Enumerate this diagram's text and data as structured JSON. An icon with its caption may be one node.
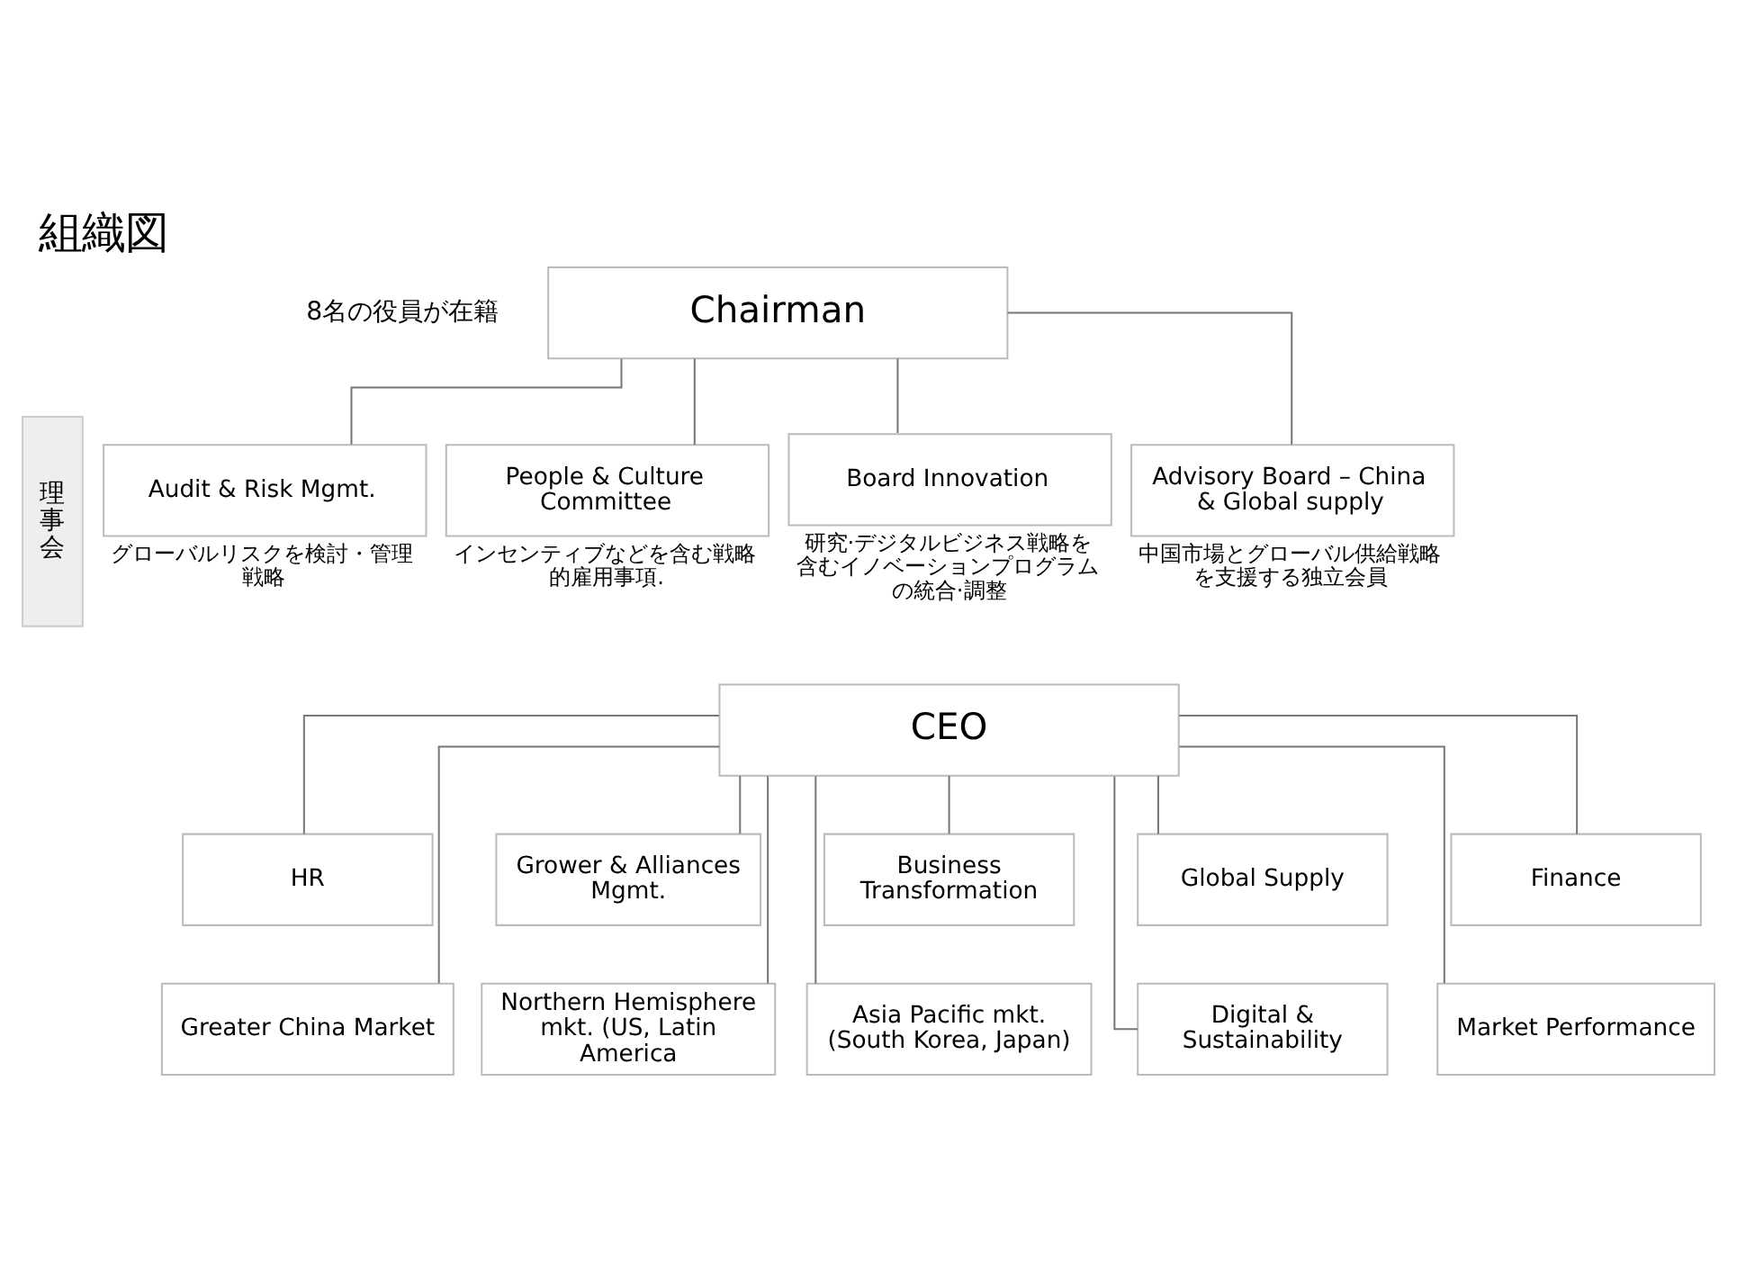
{
  "diagram": {
    "title": "組織図",
    "nodes": [
      {
        "text": [
          "理事会"
        ]
      },
      {
        "text": [
          "Chairman"
        ]
      },
      {
        "text": [
          "Audit & Risk Mgmt."
        ],
        "beside": [
          "グローバルリスクを検討・管理戦略"
        ]
      },
      {
        "text": [
          "People & Culture Committee"
        ],
        "beside": [
          "インセンティブなどを含む戦略的雇用事項."
        ]
      },
      {
        "text": [
          "Board Innovation"
        ],
        "beside": [
          "研究·デジタルビジネス戦略を含むイノベーションプログラムの統合·調整"
        ]
      },
      {
        "text": [
          "Advisory Board – China & Global supply"
        ],
        "beside": [
          "中国市場とグローバル供給戦略を支援する独立会員"
        ]
      },
      {
        "text": [
          "CEO"
        ]
      },
      {
        "text": [
          "HR"
        ]
      },
      {
        "text": [
          "Grower & Alliances Mgmt."
        ]
      },
      {
        "text": [
          "Business Transformation"
        ]
      },
      {
        "text": [
          "Global Supply"
        ]
      },
      {
        "text": [
          "Finance"
        ]
      },
      {
        "text": [
          "Greater China Market"
        ]
      },
      {
        "text": [
          "Northern Hemisphere mkt. (US, Latin America"
        ]
      },
      {
        "text": [
          "Asia Pacific mkt. (South Korea, Japan)"
        ]
      },
      {
        "text": [
          "Digital & Sustainability"
        ]
      },
      {
        "text": [
          "Market Performance"
        ]
      }
    ],
    "edges": [
      {
        "from": 1,
        "to": 2,
        "arrow": "none"
      },
      {
        "from": 1,
        "to": 3,
        "arrow": "none"
      },
      {
        "from": 1,
        "to": 4,
        "arrow": "none"
      },
      {
        "from": 1,
        "to": 5,
        "arrow": "none"
      },
      {
        "from": 6,
        "to": 7,
        "arrow": "none"
      },
      {
        "from": 6,
        "to": 8,
        "arrow": "none"
      },
      {
        "from": 6,
        "to": 9,
        "arrow": "none"
      },
      {
        "from": 6,
        "to": 10,
        "arrow": "none"
      },
      {
        "from": 6,
        "to": 11,
        "arrow": "none"
      },
      {
        "from": 6,
        "to": 12,
        "arrow": "none"
      },
      {
        "from": 6,
        "to": 13,
        "arrow": "none"
      },
      {
        "from": 6,
        "to": 14,
        "arrow": "none"
      },
      {
        "from": 6,
        "to": 15,
        "arrow": "none"
      },
      {
        "from": 6,
        "to": 16,
        "arrow": "none"
      }
    ],
    "labels": [
      "8名の役員が在籍"
    ]
  }
}
